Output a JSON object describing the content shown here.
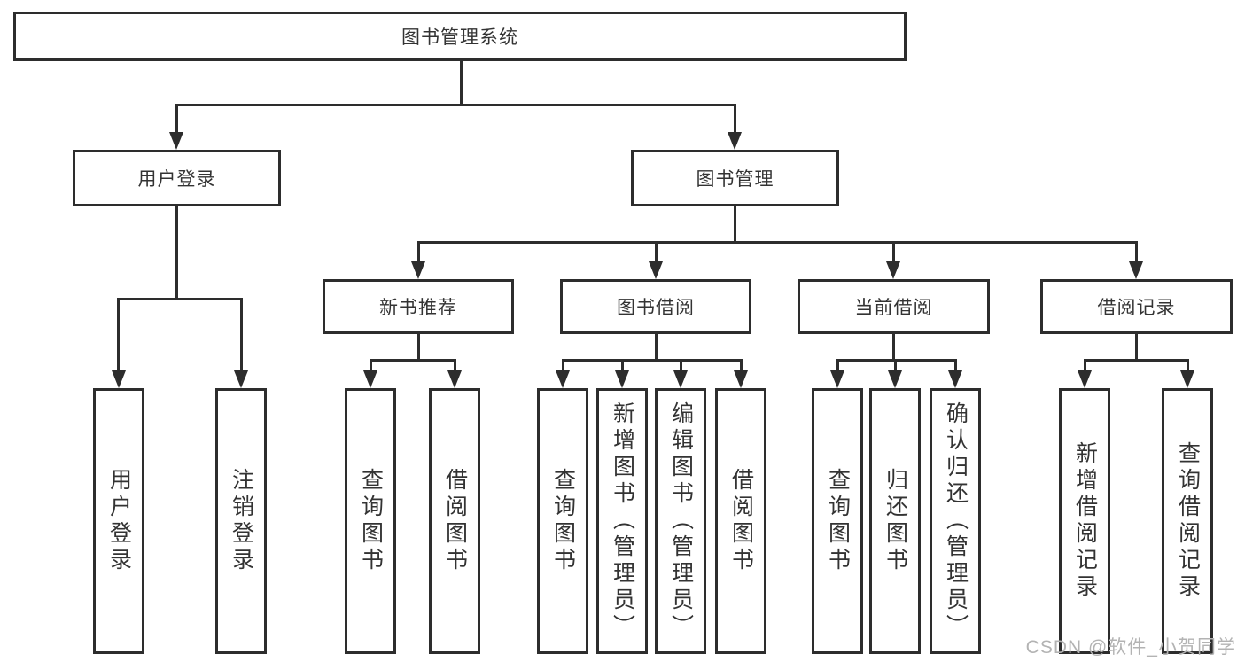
{
  "diagram": {
    "type": "hierarchy-tree",
    "title": "图书管理系统",
    "nodes": {
      "root": {
        "label": "图书管理系统",
        "level": 1
      },
      "user_login": {
        "label": "用户登录",
        "level": 2,
        "parent": "root"
      },
      "book_management": {
        "label": "图书管理",
        "level": 2,
        "parent": "root"
      },
      "new_book_recommend": {
        "label": "新书推荐",
        "level": 3,
        "parent": "book_management"
      },
      "book_borrow": {
        "label": "图书借阅",
        "level": 3,
        "parent": "book_management"
      },
      "current_borrow": {
        "label": "当前借阅",
        "level": 3,
        "parent": "book_management"
      },
      "borrow_record": {
        "label": "借阅记录",
        "level": 3,
        "parent": "book_management"
      },
      "user_login_leaf": {
        "label": "用户登录",
        "level": 4,
        "parent": "user_login"
      },
      "logout_leaf": {
        "label": "注销登录",
        "level": 4,
        "parent": "user_login"
      },
      "query_book_1": {
        "label": "查询图书",
        "level": 4,
        "parent": "new_book_recommend"
      },
      "borrow_book_1": {
        "label": "借阅图书",
        "level": 4,
        "parent": "new_book_recommend"
      },
      "query_book_2": {
        "label": "查询图书",
        "level": 4,
        "parent": "book_borrow"
      },
      "add_book_admin": {
        "label": "新增图书（管理员）",
        "level": 4,
        "parent": "book_borrow"
      },
      "edit_book_admin": {
        "label": "编辑图书（管理员）",
        "level": 4,
        "parent": "book_borrow"
      },
      "borrow_book_2": {
        "label": "借阅图书",
        "level": 4,
        "parent": "book_borrow"
      },
      "query_book_3": {
        "label": "查询图书",
        "level": 4,
        "parent": "current_borrow"
      },
      "return_book": {
        "label": "归还图书",
        "level": 4,
        "parent": "current_borrow"
      },
      "confirm_return_admin": {
        "label": "确认归还（管理员）",
        "level": 4,
        "parent": "current_borrow"
      },
      "add_borrow_record": {
        "label": "新增借阅记录",
        "level": 4,
        "parent": "borrow_record"
      },
      "query_borrow_record": {
        "label": "查询借阅记录",
        "level": 4,
        "parent": "borrow_record"
      }
    },
    "watermark": "CSDN @软件_小贺同学",
    "colors": {
      "background": "#ffffff",
      "box_border": "#2d2d2d",
      "connector_line": "#2d2d2d",
      "text": "#333333",
      "watermark_text": "#b3b3b3"
    }
  }
}
